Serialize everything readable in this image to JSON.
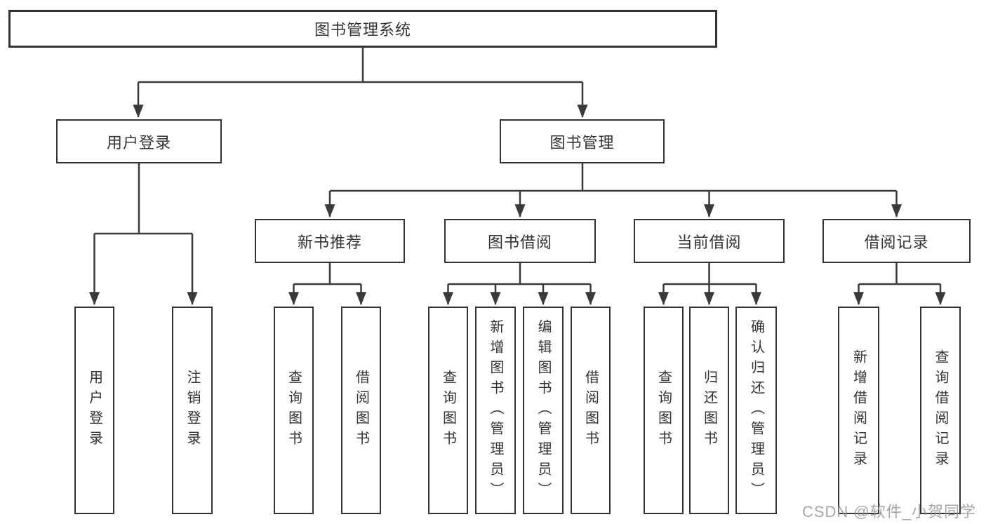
{
  "nodes": {
    "root": "图书管理系统",
    "user_login": "用户登录",
    "book_mgmt": "图书管理",
    "new_book_rec": "新书推荐",
    "book_borrow": "图书借阅",
    "current_borrow": "当前借阅",
    "borrow_record": "借阅记录"
  },
  "leaves": {
    "user_login": [
      "用户登录",
      "注销登录"
    ],
    "new_book_rec": [
      "查询图书",
      "借阅图书"
    ],
    "book_borrow": [
      "查询图书",
      "新增图书（管理员）",
      "编辑图书（管理员）",
      "借阅图书"
    ],
    "current_borrow": [
      "查询图书",
      "归还图书",
      "确认归还（管理员）"
    ],
    "borrow_record": [
      "新增借阅记录",
      "查询借阅记录"
    ]
  },
  "watermark": "CSDN @软件_小贺同学",
  "colors": {
    "line": "#3a3a3a",
    "border": "#333333",
    "text": "#333333",
    "watermark": "#949494",
    "background": "#ffffff"
  }
}
